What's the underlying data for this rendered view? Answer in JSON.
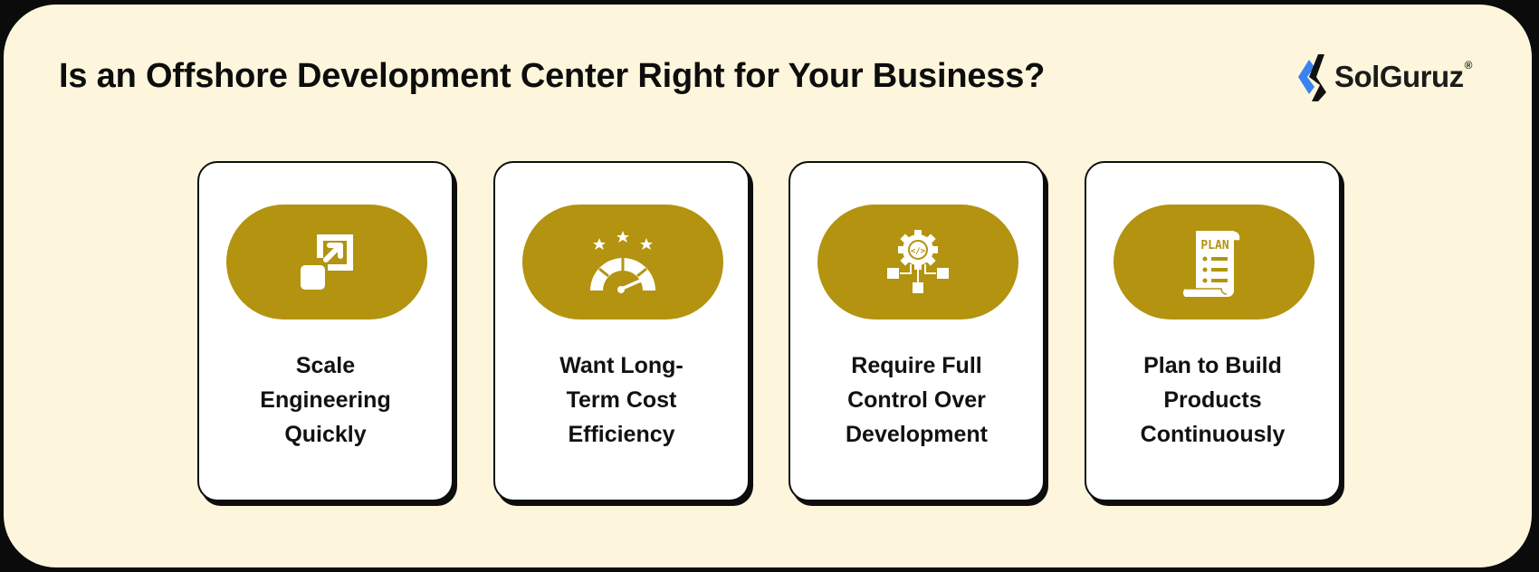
{
  "title": "Is an Offshore Development Center Right for Your Business?",
  "logo": {
    "name": "SolGuruz",
    "mark": "®",
    "icon": "solguruz-chevron-logo-icon",
    "accent": "#3a82f0"
  },
  "colors": {
    "background": "#fdf6dc",
    "frame": "#0b0b0b",
    "card": "#ffffff",
    "pill": "#b3930f",
    "text": "#111111"
  },
  "cards": [
    {
      "icon": "scale-expand-icon",
      "lines": [
        "Scale",
        "Engineering",
        "Quickly"
      ]
    },
    {
      "icon": "speedometer-stars-icon",
      "lines": [
        "Want Long-",
        "Term Cost",
        "Efficiency"
      ]
    },
    {
      "icon": "gear-code-network-icon",
      "lines": [
        "Require Full",
        "Control Over",
        "Development"
      ]
    },
    {
      "icon": "plan-scroll-icon",
      "icon_text": "PLAN",
      "lines": [
        "Plan to Build",
        "Products",
        "Continuously"
      ]
    }
  ]
}
